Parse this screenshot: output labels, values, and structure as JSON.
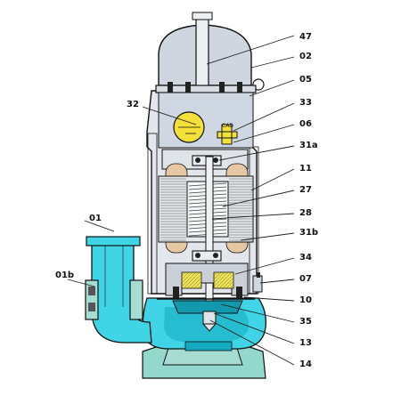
{
  "diagram": {
    "colors": {
      "body": "#e3e6ea",
      "head": "#cfd6df",
      "water": "#3fd5e6",
      "water_dark": "#14aac0",
      "flange": "#a6dcd2",
      "foot": "#93d8cc",
      "bearing": "#e5c8a3",
      "seal": "#ebe25a",
      "shaft": "#eff1f2",
      "capacitor": "#f3e13a",
      "stator": "#dfe3e6",
      "outline": "#111111",
      "leader": "#222222"
    },
    "labels": {
      "l47": "47",
      "l02": "02",
      "l05": "05",
      "l33": "33",
      "l32": "32",
      "l06": "06",
      "l31a": "31a",
      "l11": "11",
      "l27": "27",
      "l28": "28",
      "l01": "01",
      "l31b": "31b",
      "l34": "34",
      "l01b": "01b",
      "l07": "07",
      "l10": "10",
      "l35": "35",
      "l13": "13",
      "l14": "14",
      "component_mark": "CAD"
    }
  }
}
